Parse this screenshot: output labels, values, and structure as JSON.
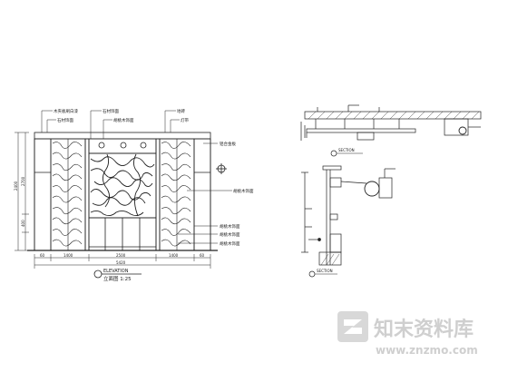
{
  "elevation": {
    "labels_top": [
      "木夹板刷白漆",
      "石材饰面",
      "石材饰面",
      "胡桃木饰面",
      "地砖"
    ],
    "labels_right": [
      "灯带",
      "铝合金板",
      "胡桃木饰面",
      "胡桃木饰面",
      "胡桃木饰面",
      "胡桃木饰面"
    ],
    "dims_bottom": [
      "60",
      "1400",
      "2500",
      "1400",
      "60"
    ],
    "dim_total": "5420",
    "dims_left": [
      "2400",
      "400",
      "2700"
    ],
    "title_en": "ELEVATION",
    "title_cn": "立面图 1:25"
  },
  "details": {
    "section_label_1": "SECTION",
    "section_label_2": "SECTION"
  },
  "watermark": {
    "cn": "知末资料库",
    "url": "www.znzmo.com",
    "accent": "#c9c9c9"
  }
}
